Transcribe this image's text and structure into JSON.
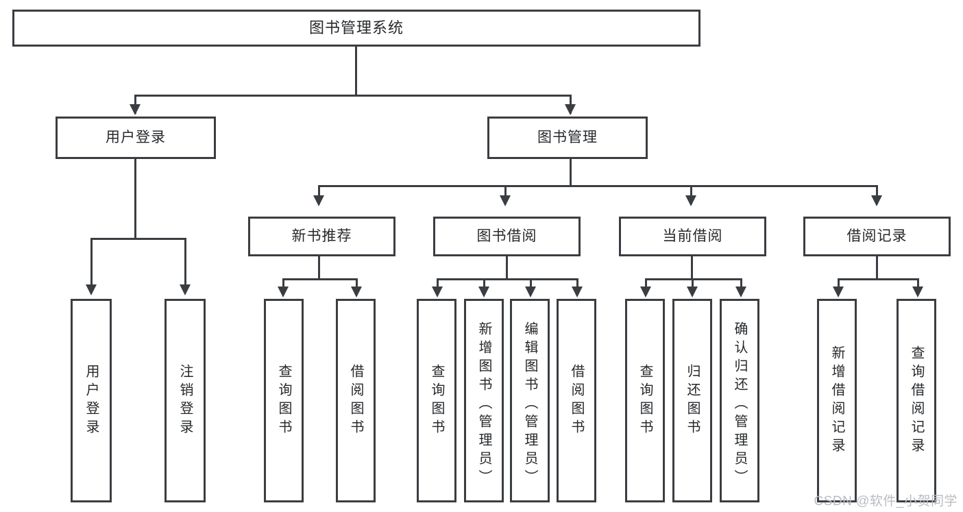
{
  "diagram": {
    "title": "图书管理系统",
    "type": "tree",
    "watermark": "CSDN @软件_小贺同学",
    "colors": {
      "box_border": "#3a3d41",
      "box_fill": "#ffffff",
      "connector": "#3a3d41",
      "text": "#26282b",
      "watermark": "#b9bcc0",
      "background": "#ffffff"
    },
    "root": {
      "label": "图书管理系统"
    },
    "level1": [
      {
        "label": "用户登录"
      },
      {
        "label": "图书管理"
      }
    ],
    "level2": [
      {
        "label": "新书推荐"
      },
      {
        "label": "图书借阅"
      },
      {
        "label": "当前借阅"
      },
      {
        "label": "借阅记录"
      }
    ],
    "leaves": {
      "user_login": [
        {
          "label": "用户登录"
        },
        {
          "label": "注销登录"
        }
      ],
      "new_book_recommend": [
        {
          "label": "查询图书"
        },
        {
          "label": "借阅图书"
        }
      ],
      "book_borrow": [
        {
          "label": "查询图书"
        },
        {
          "label": "新增图书（管理员）"
        },
        {
          "label": "编辑图书（管理员）"
        },
        {
          "label": "借阅图书"
        }
      ],
      "current_borrow": [
        {
          "label": "查询图书"
        },
        {
          "label": "归还图书"
        },
        {
          "label": "确认归还（管理员）"
        }
      ],
      "borrow_record": [
        {
          "label": "新增借阅记录"
        },
        {
          "label": "查询借阅记录"
        }
      ]
    }
  }
}
